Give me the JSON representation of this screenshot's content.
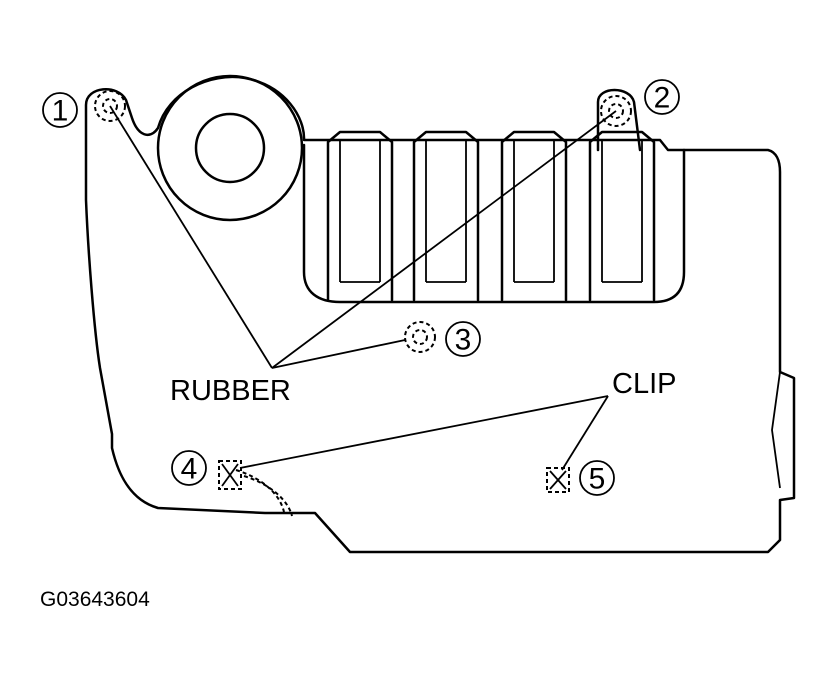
{
  "labels": {
    "rubber": "RUBBER",
    "clip": "CLIP",
    "figure_code": "G03643604"
  },
  "markers": {
    "m1": "1",
    "m2": "2",
    "m3": "3",
    "m4": "4",
    "m5": "5"
  }
}
